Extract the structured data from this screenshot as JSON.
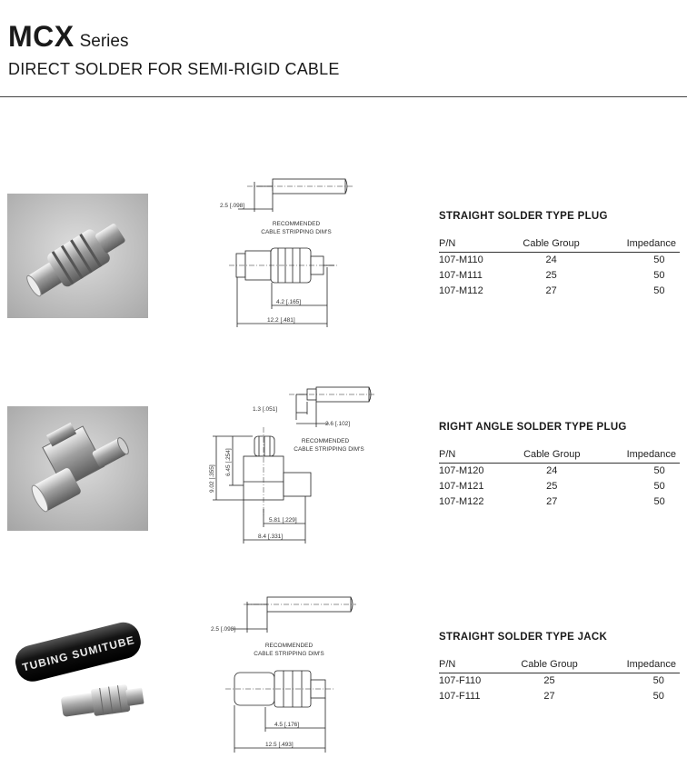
{
  "header": {
    "series_name": "MCX",
    "series_label": "Series",
    "subtitle": "DIRECT SOLDER FOR SEMI-RIGID CABLE"
  },
  "sections": [
    {
      "title": "STRAIGHT SOLDER TYPE PLUG",
      "columns": [
        "P/N",
        "Cable Group",
        "Impedance"
      ],
      "rows": [
        [
          "107-M110",
          "24",
          "50"
        ],
        [
          "107-M111",
          "25",
          "50"
        ],
        [
          "107-M112",
          "27",
          "50"
        ]
      ],
      "drawing": {
        "strip_dim": "2.5 [.098]",
        "note_line1": "RECOMMENDED",
        "note_line2": "CABLE STRIPPING DIM'S",
        "dim_inner": "4.2 [.165]",
        "dim_overall": "12.2 [.481]"
      }
    },
    {
      "title": "RIGHT ANGLE SOLDER TYPE PLUG",
      "columns": [
        "P/N",
        "Cable Group",
        "Impedance"
      ],
      "rows": [
        [
          "107-M120",
          "24",
          "50"
        ],
        [
          "107-M121",
          "25",
          "50"
        ],
        [
          "107-M122",
          "27",
          "50"
        ]
      ],
      "drawing": {
        "strip_dim_a": "1.3 [.051]",
        "strip_dim_b": "2.6 [.102]",
        "note_line1": "RECOMMENDED",
        "note_line2": "CABLE STRIPPING DIM'S",
        "dim_height_outer": "9.02 [.355]",
        "dim_height_inner": "6.45 [.254]",
        "dim_inner": "5.81 [.229]",
        "dim_overall": "8.4 [.331]"
      }
    },
    {
      "title": "STRAIGHT SOLDER TYPE JACK",
      "columns": [
        "P/N",
        "Cable Group",
        "Impedance"
      ],
      "rows": [
        [
          "107-F110",
          "25",
          "50"
        ],
        [
          "107-F111",
          "27",
          "50"
        ]
      ],
      "drawing": {
        "strip_dim": "2.5 [.098]",
        "note_line1": "RECOMMENDED",
        "note_line2": "CABLE STRIPPING DIM'S",
        "dim_inner": "4.5 [.176]",
        "dim_overall": "12.5 [.493]"
      },
      "photo_label": "TUBING SUMITUBE"
    }
  ]
}
